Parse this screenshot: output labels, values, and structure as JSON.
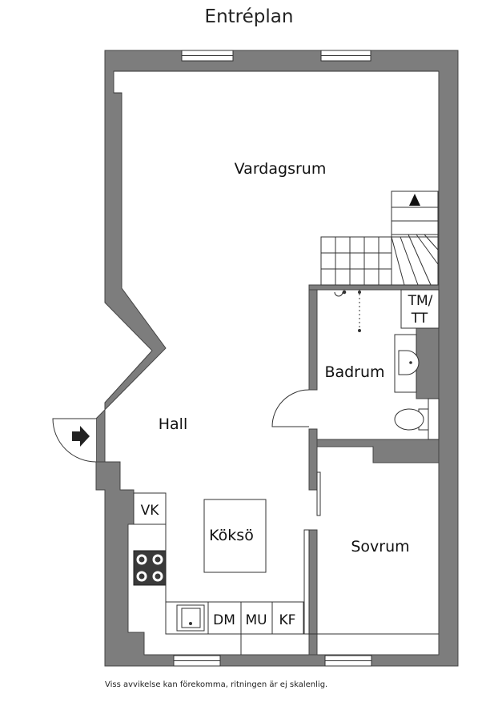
{
  "title": "Entréplan",
  "rooms": {
    "vardagsrum": "Vardagsrum",
    "hall": "Hall",
    "badrum": "Badrum",
    "koksö": "Köksö",
    "sovrum": "Sovrum"
  },
  "appliances": {
    "tm": "TM/",
    "tt": "TT",
    "vk": "VK",
    "dm": "DM",
    "mu": "MU",
    "kf": "KF"
  },
  "disclaimer": "Viss avvikelse kan förekomma, ritningen är ej skalenlig.",
  "colors": {
    "wall": "#7d7d7d",
    "line": "#333333"
  }
}
